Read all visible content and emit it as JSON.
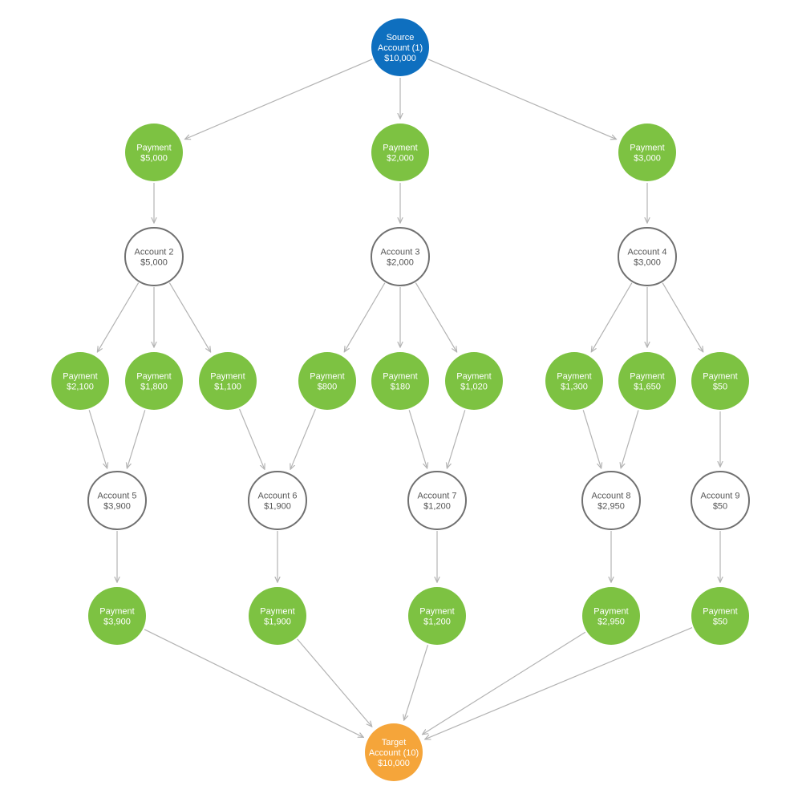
{
  "colors": {
    "source": "#0e6fbf",
    "payment": "#7dc242",
    "target": "#f5a53a",
    "account_fill": "#ffffff",
    "account_stroke": "#707070",
    "account_text": "#555555",
    "edge": "#b3b3b3",
    "filled_text": "#ffffff"
  },
  "nodes": {
    "source": {
      "lines": [
        "Source",
        "Account (1)",
        "$10,000"
      ]
    },
    "p1": {
      "lines": [
        "Payment",
        "$5,000"
      ]
    },
    "p2": {
      "lines": [
        "Payment",
        "$2,000"
      ]
    },
    "p3": {
      "lines": [
        "Payment",
        "$3,000"
      ]
    },
    "a2": {
      "lines": [
        "Account 2",
        "$5,000"
      ]
    },
    "a3": {
      "lines": [
        "Account 3",
        "$2,000"
      ]
    },
    "a4": {
      "lines": [
        "Account 4",
        "$3,000"
      ]
    },
    "p4": {
      "lines": [
        "Payment",
        "$2,100"
      ]
    },
    "p5": {
      "lines": [
        "Payment",
        "$1,800"
      ]
    },
    "p6": {
      "lines": [
        "Payment",
        "$1,100"
      ]
    },
    "p7": {
      "lines": [
        "Payment",
        "$800"
      ]
    },
    "p8": {
      "lines": [
        "Payment",
        "$180"
      ]
    },
    "p9": {
      "lines": [
        "Payment",
        "$1,020"
      ]
    },
    "p10": {
      "lines": [
        "Payment",
        "$1,300"
      ]
    },
    "p11": {
      "lines": [
        "Payment",
        "$1,650"
      ]
    },
    "p12": {
      "lines": [
        "Payment",
        "$50"
      ]
    },
    "a5": {
      "lines": [
        "Account 5",
        "$3,900"
      ]
    },
    "a6": {
      "lines": [
        "Account 6",
        "$1,900"
      ]
    },
    "a7": {
      "lines": [
        "Account 7",
        "$1,200"
      ]
    },
    "a8": {
      "lines": [
        "Account 8",
        "$2,950"
      ]
    },
    "a9": {
      "lines": [
        "Account 9",
        "$50"
      ]
    },
    "p13": {
      "lines": [
        "Payment",
        "$3,900"
      ]
    },
    "p14": {
      "lines": [
        "Payment",
        "$1,900"
      ]
    },
    "p15": {
      "lines": [
        "Payment",
        "$1,200"
      ]
    },
    "p16": {
      "lines": [
        "Payment",
        "$2,950"
      ]
    },
    "p17": {
      "lines": [
        "Payment",
        "$50"
      ]
    },
    "target": {
      "lines": [
        "Target",
        "Account (10)",
        "$10,000"
      ]
    }
  },
  "edges": [
    [
      "source",
      "p1"
    ],
    [
      "source",
      "p2"
    ],
    [
      "source",
      "p3"
    ],
    [
      "p1",
      "a2"
    ],
    [
      "p2",
      "a3"
    ],
    [
      "p3",
      "a4"
    ],
    [
      "a2",
      "p4"
    ],
    [
      "a2",
      "p5"
    ],
    [
      "a2",
      "p6"
    ],
    [
      "a3",
      "p7"
    ],
    [
      "a3",
      "p8"
    ],
    [
      "a3",
      "p9"
    ],
    [
      "a4",
      "p10"
    ],
    [
      "a4",
      "p11"
    ],
    [
      "a4",
      "p12"
    ],
    [
      "p4",
      "a5"
    ],
    [
      "p5",
      "a5"
    ],
    [
      "p6",
      "a6"
    ],
    [
      "p7",
      "a6"
    ],
    [
      "p8",
      "a7"
    ],
    [
      "p9",
      "a7"
    ],
    [
      "p10",
      "a8"
    ],
    [
      "p11",
      "a8"
    ],
    [
      "p12",
      "a9"
    ],
    [
      "a5",
      "p13"
    ],
    [
      "a6",
      "p14"
    ],
    [
      "a7",
      "p15"
    ],
    [
      "a8",
      "p16"
    ],
    [
      "a9",
      "p17"
    ],
    [
      "p13",
      "target"
    ],
    [
      "p14",
      "target"
    ],
    [
      "p15",
      "target"
    ],
    [
      "p16",
      "target"
    ],
    [
      "p17",
      "target"
    ]
  ]
}
